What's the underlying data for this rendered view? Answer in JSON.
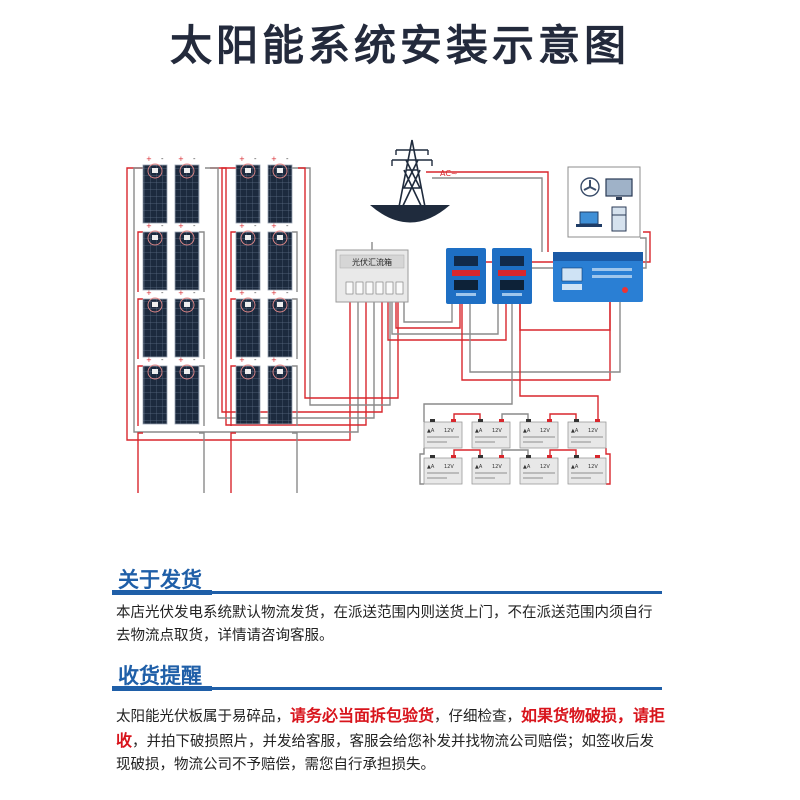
{
  "title": "太阳能系统安装示意图",
  "diagram": {
    "ac_label": "AC~",
    "combiner_box_label": "光伏汇流箱",
    "panel_terminals": {
      "positive": "+",
      "negative": "-"
    },
    "battery_brand": "▲A",
    "battery_spec": "12V",
    "colors": {
      "positive_wire": "#d8272d",
      "negative_wire": "#8a8a8a",
      "controller_blue": "#1e6fc4",
      "inverter_blue": "#2a7fd4",
      "panel_dark": "#1c2a3e",
      "battery_body": "#e8e8e8"
    },
    "icons": [
      "transmission-tower-icon",
      "fan-icon",
      "tv-icon",
      "laptop-icon",
      "refrigerator-icon"
    ]
  },
  "shipping": {
    "title": "关于发货",
    "body": "本店光伏发电系统默认物流发货，在派送范围内则送货上门，不在派送范围内须自行去物流点取货，详情请咨询客服。"
  },
  "receipt": {
    "title": "收货提醒",
    "part1": "太阳能光伏板属于易碎品，",
    "emph1": "请务必当面拆包验货",
    "part2": "，仔细检查，",
    "emph2": "如果货物破损，请拒收",
    "part3": "，并拍下破损照片，并发给客服，客服会给您补发并找物流公司赔偿；如签收后发现破损，物流公司不予赔偿，需您自行承担损失。"
  }
}
